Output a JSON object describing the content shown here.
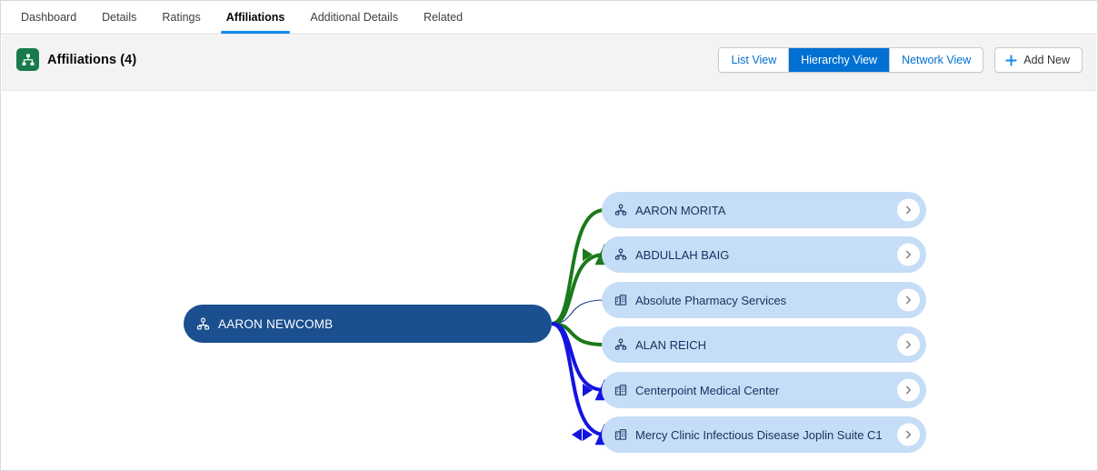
{
  "tabs": [
    {
      "label": "Dashboard",
      "active": false
    },
    {
      "label": "Details",
      "active": false
    },
    {
      "label": "Ratings",
      "active": false
    },
    {
      "label": "Affiliations",
      "active": true
    },
    {
      "label": "Additional Details",
      "active": false
    },
    {
      "label": "Related",
      "active": false
    }
  ],
  "section": {
    "icon_name": "hierarchy-icon",
    "icon_color": "#187a4b",
    "title": "Affiliations (4)"
  },
  "view_toggle": {
    "options": [
      {
        "label": "List View",
        "active": false
      },
      {
        "label": "Hierarchy View",
        "active": true
      },
      {
        "label": "Network View",
        "active": false
      }
    ],
    "active_color": "#0070d2"
  },
  "add_new": {
    "label": "Add New",
    "icon": "plus-icon",
    "icon_color": "#1589ee"
  },
  "hierarchy": {
    "root": {
      "label": "AARON NEWCOMB",
      "type": "person",
      "icon": "person-icon",
      "color": "#1b4f8f"
    },
    "children": [
      {
        "label": "AARON MORITA",
        "type": "person",
        "icon": "person-icon",
        "link_color": "#1b7a1b",
        "link_style": "thick",
        "arrow": "none"
      },
      {
        "label": "ABDULLAH BAIG",
        "type": "person",
        "icon": "person-icon",
        "link_color": "#1b7a1b",
        "link_style": "thick",
        "arrow": "forward"
      },
      {
        "label": "Absolute Pharmacy Services",
        "type": "organization",
        "icon": "building-icon",
        "link_color": "#1b3a8f",
        "link_style": "thin",
        "arrow": "none"
      },
      {
        "label": "ALAN REICH",
        "type": "person",
        "icon": "person-icon",
        "link_color": "#1b7a1b",
        "link_style": "thick",
        "arrow": "none"
      },
      {
        "label": "Centerpoint Medical Center",
        "type": "organization",
        "icon": "building-icon",
        "link_color": "#1414e0",
        "link_style": "thick",
        "arrow": "forward"
      },
      {
        "label": "Mercy Clinic Infectious Disease Joplin Suite C1",
        "type": "organization",
        "icon": "building-icon",
        "link_color": "#1414e0",
        "link_style": "thick",
        "arrow": "both"
      }
    ],
    "node_colors": {
      "child_bg": "#c5ddf7",
      "child_text": "#16325c",
      "root_bg": "#1b4f8f",
      "root_text": "#ffffff"
    },
    "expand_icon": "chevron-right-icon"
  }
}
